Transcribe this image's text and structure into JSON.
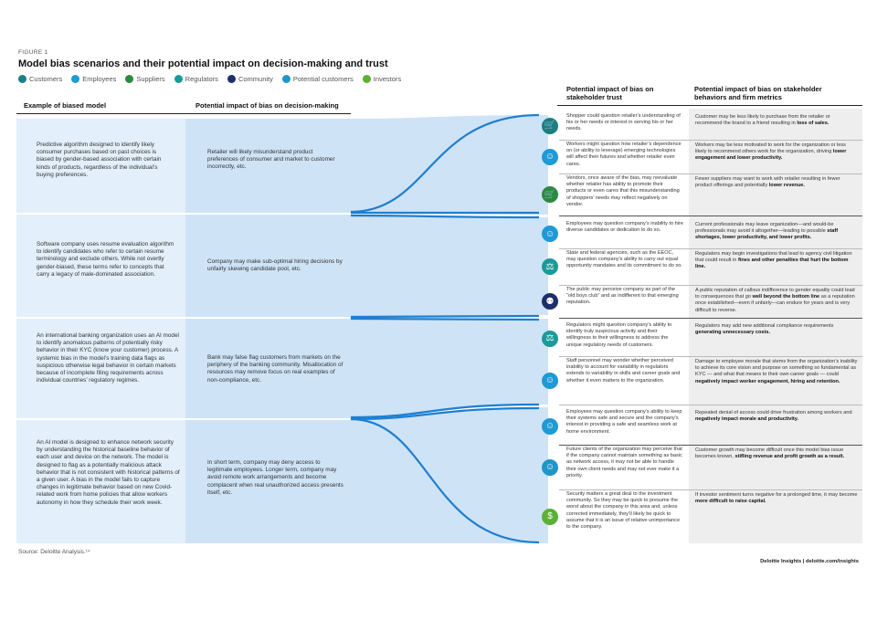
{
  "figure_label": "FIGURE 1",
  "title": "Model bias scenarios and their potential impact on decision-making and trust",
  "legend": [
    {
      "label": "Customers",
      "color": "#1a7f82"
    },
    {
      "label": "Employees",
      "color": "#1e9ad6"
    },
    {
      "label": "Suppliers",
      "color": "#2a8a3e"
    },
    {
      "label": "Regulators",
      "color": "#1a9a9a"
    },
    {
      "label": "Community",
      "color": "#1c2f6b"
    },
    {
      "label": "Potential customers",
      "color": "#1f96c8"
    },
    {
      "label": "Investors",
      "color": "#5ab133"
    }
  ],
  "headers": {
    "example": "Example of biased model",
    "decision": "Potential impact of bias on decision-making",
    "trust": "Potential impact of bias on stakeholder trust",
    "behavior": "Potential impact of bias on stakeholder behaviors and firm metrics"
  },
  "rows": [
    {
      "example": "Predictive algorithm designed to identify likely consumer purchases based on past choices is biased by gender-based association with certain kinds of products, regardless of the individual’s buying preferences.",
      "decision": "Retailer will likely misunderstand product preferences of consumer and market to customer incorrectly, etc."
    },
    {
      "example": "Software company uses resume evaluation algorithm to identify candidates who refer to certain resume terminology and exclude others. While not overtly gender-biased, these terms refer to concepts that carry a legacy of male-dominated association.",
      "decision": "Company may make sub-optimal hiring decisions by unfairly skewing candidate pool, etc."
    },
    {
      "example": "An international banking organization uses an AI model to identify anomalous patterns of potentially risky behavior in their KYC (know your customer) process. A systemic bias in the model’s training data flags as suspicious otherwise legal behavior in certain markets because of incomplete filing requirements across individual countries’ regulatory regimes.",
      "decision": "Bank may false flag customers from markets on the periphery of the banking community. Misallocation of resources may remove focus on real examples of non-compliance, etc."
    },
    {
      "example": "An AI model is designed to enhance network security by understanding the historical baseline behavior of each user and device on the network. The model is designed to flag as a potentially malicious attack behavior that is not consistent with historical patterns of a given user. A bias in the model fails to capture changes in legitimate behavior based on new Covid-related work from home policies that allow workers autonomy in how they schedule their work week.",
      "decision": "In short term, company may deny access to legitimate employees. Longer term, company may avoid remote work arrangements and become complacent when real unauthorized access presents itself, etc."
    }
  ],
  "stakeholders": [
    {
      "icon": "cart-icon",
      "color": "#1a7f82",
      "trust": "Shopper could question retailer’s understanding of his or her needs or interest in serving his or her needs.",
      "behavior_plain": "Customer may be less likely to purchase from the retailer or recommend the brand to a friend resulting in ",
      "behavior_bold": "loss of sales."
    },
    {
      "icon": "person-icon",
      "color": "#1e9ad6",
      "trust": "Workers might question how retailer’s dependence on (or ability to leverage) emerging technologies will affect their futures and whether retailer even cares.",
      "behavior_plain": "Workers may be less motivated to work for the organization or less likely to recommend others work for the organization, driving ",
      "behavior_bold": "lower engagement and lower productivity."
    },
    {
      "icon": "supplier-cart-icon",
      "color": "#2a8a3e",
      "trust": "Vendors, once aware of the bias, may reevaluate whether retailer has ability to promote their products or even cares that this misunderstanding of shoppers’ needs may reflect negatively on vendor.",
      "behavior_plain": "Fewer suppliers may want to work with retailer resulting in fewer product offerings and potentially ",
      "behavior_bold": "lower revenue."
    },
    {
      "icon": "person-icon",
      "color": "#1e9ad6",
      "trust": "Employees may question company’s inability to hire diverse candidates or dedication to do so.",
      "behavior_plain": "Current professionals may leave organization—and would-be professionals may avoid it altogether—leading to possible ",
      "behavior_bold": "staff shortages, lower productivity, and lower profits."
    },
    {
      "icon": "regulator-icon",
      "color": "#1a9a9a",
      "trust": "State and federal agencies, such as the EEOC, may question company’s ability to carry out equal opportunity mandates and its commitment to do so.",
      "behavior_plain": "Regulators may begin investigations that lead to agency civil litigation that could result in ",
      "behavior_bold": "fines and other penalties that hurt the bottom line."
    },
    {
      "icon": "community-icon",
      "color": "#1c2f6b",
      "trust": "The public may perceive company as part of the “old boys club” and as indifferent to that emerging reputation.",
      "behavior_plain": "A public reputation of callous indifference to gender equality could lead to consequences that go ",
      "behavior_bold": "well beyond the bottom line",
      "behavior_tail": " as a reputation once established—even if unfairly—can endure for years and is very difficult to reverse."
    },
    {
      "icon": "regulator-icon",
      "color": "#1a9a9a",
      "trust": "Regulators might question company’s ability to identify truly suspicious activity and their willingness to their willingness to address the unique regulatory needs of customers.",
      "behavior_plain": "Regulators may add new additional compliance requirements ",
      "behavior_bold": "generating unnecessary costs."
    },
    {
      "icon": "person-icon",
      "color": "#1e9ad6",
      "trust": "Staff personnel may wonder whether perceived inability to account for variability in regulators extends to variability in skills and career goals and whether it even matters to the organization.",
      "behavior_plain": "Damage to employee morale that stems from the organization’s inability to achieve its core vision and purpose on something so fundamental as KYC — and what that means to their own career goals — could ",
      "behavior_bold": "negatively impact worker engagement, hiring and retention."
    },
    {
      "icon": "person-icon",
      "color": "#1e9ad6",
      "trust": "Employees may question company’s ability to keep their systems safe and secure and the company’s interest in providing a safe and seamless work at home environment.",
      "behavior_plain": "Repeated denial of access could drive frustration among workers and ",
      "behavior_bold": "negatively impact morale and productivity."
    },
    {
      "icon": "person-icon",
      "color": "#1f96c8",
      "trust": "Future clients of the organization may perceive that if the company cannot maintain something as basic as network access, it may not be able to handle their own client needs and may not ever make it a priority.",
      "behavior_plain": "Customer growth may become difficult once this model bias issue becomes known, ",
      "behavior_bold": "stifling revenue and profit growth as a result."
    },
    {
      "icon": "investor-icon",
      "color": "#5ab133",
      "trust": "Security matters a great deal to the investment community. So they may be quick to presume the worst about the company in this area and, unless corrected immediately, they’ll likely be quick to assume that it is an issue of relative unimportance to the company.",
      "behavior_plain": "If investor sentiment turns negative for a prolonged time, it may become ",
      "behavior_bold": "more difficult to raise capital."
    }
  ],
  "source": "Source: Deloitte Analysis.¹⁴",
  "footer": "Deloitte Insights | deloitte.com/insights"
}
